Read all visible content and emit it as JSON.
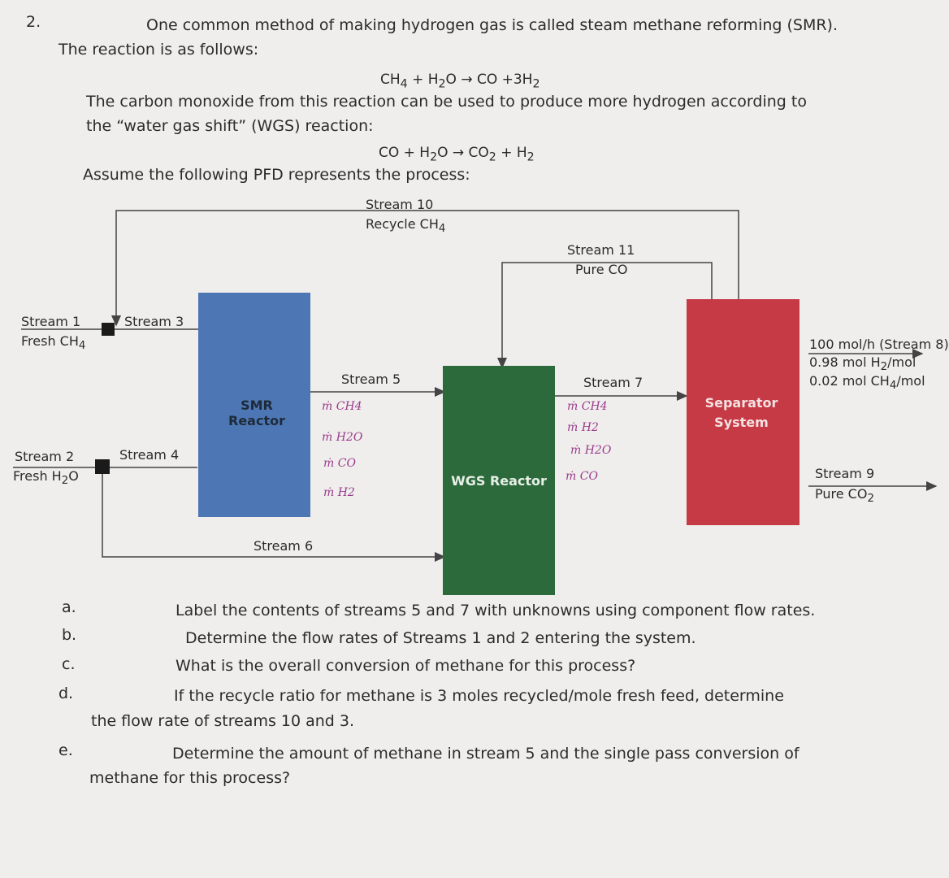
{
  "question_number": "2.",
  "intro": {
    "line1": "One common method of making hydrogen gas is called steam methane reforming (SMR).",
    "line2": "The reaction is as follows:",
    "smr_equation": "CH4 + H2O → CO +3H2",
    "line3": "The carbon monoxide from this reaction can be used to produce more hydrogen according to",
    "line4": "the “water gas shift” (WGS) reaction:",
    "wgs_equation": "CO + H2O → CO2 + H2",
    "line5": "Assume the following PFD represents the process:"
  },
  "pfd": {
    "stream10": {
      "name": "Stream 10",
      "desc": "Recycle CH4"
    },
    "stream11": {
      "name": "Stream 11",
      "desc": "Pure CO"
    },
    "stream1": {
      "name": "Stream 1",
      "desc": "Fresh CH4"
    },
    "stream2": {
      "name": "Stream 2",
      "desc": "Fresh H2O"
    },
    "stream3": {
      "name": "Stream 3"
    },
    "stream4": {
      "name": "Stream 4"
    },
    "stream5": {
      "name": "Stream 5"
    },
    "stream6": {
      "name": "Stream 6"
    },
    "stream7": {
      "name": "Stream 7"
    },
    "stream8": {
      "flow": "100 mol/h (Stream 8)",
      "h2": "0.98 mol H2/mol",
      "ch4": "0.02 mol CH4/mol"
    },
    "stream9": {
      "name": "Stream 9",
      "desc": "Pure CO2"
    },
    "smr_reactor": "SMR Reactor",
    "wgs_reactor": "WGS Reactor",
    "separator": {
      "line1": "Separator",
      "line2": "System"
    },
    "handwritten_stream5": [
      "ṁ CH4",
      "ṁ H2O",
      "ṁ CO",
      "ṁ H2"
    ],
    "handwritten_stream7": [
      "ṁ CH4",
      "ṁ H2",
      "ṁ H2O",
      "ṁ CO"
    ]
  },
  "questions": [
    {
      "letter": "a.",
      "text": "Label the contents of streams 5 and 7 with unknowns using component flow rates."
    },
    {
      "letter": "b.",
      "text": "Determine the flow rates of Streams 1 and 2 entering the system."
    },
    {
      "letter": "c.",
      "text": "What is the overall conversion of methane for this process?"
    },
    {
      "letter": "d.",
      "text": "If the recycle ratio for methane is 3 moles recycled/mole fresh feed, determine",
      "cont": "the flow rate of streams 10 and 3."
    },
    {
      "letter": "e.",
      "text": "Determine the amount of methane in stream 5 and the single pass conversion of",
      "cont": "methane for this process?"
    }
  ],
  "colors": {
    "smr": "#4d77b4",
    "wgs": "#2c6a3b",
    "separator": "#c63a45",
    "background": "#efeeec"
  }
}
